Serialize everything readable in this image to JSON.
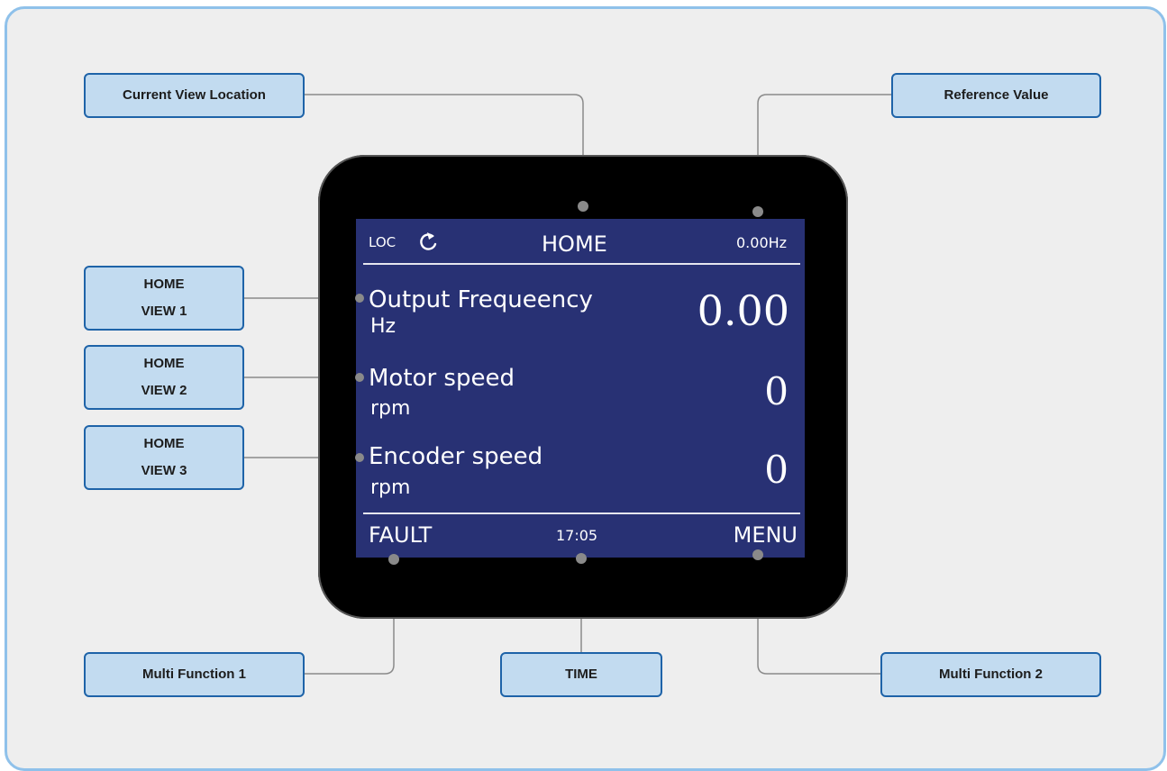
{
  "colors": {
    "frame_border": "#8fc1ea",
    "frame_fill": "#eeeeee",
    "screen_bg": "#283174",
    "callout_fill": "#c2dbf0",
    "callout_border": "#1e63a8",
    "leader_line": "#8a8a8a",
    "device_bezel": "#000000"
  },
  "screen": {
    "status_bar": {
      "mode": "LOC",
      "mode_icon": "rotate-clockwise-icon",
      "title": "HOME",
      "reference_value": "0.00Hz"
    },
    "rows": [
      {
        "label": "Output Frequeency",
        "unit": "Hz",
        "value": "0.00"
      },
      {
        "label": "Motor speed",
        "unit": "rpm",
        "value": "0"
      },
      {
        "label": "Encoder speed",
        "unit": "rpm",
        "value": "0"
      }
    ],
    "footer": {
      "left_function": "FAULT",
      "time": "17:05",
      "right_function": "MENU"
    }
  },
  "callouts": {
    "current_view_location": "Current View Location",
    "reference_value": "Reference Value",
    "home_view_1": {
      "line1": "HOME",
      "line2": "VIEW 1"
    },
    "home_view_2": {
      "line1": "HOME",
      "line2": "VIEW 2"
    },
    "home_view_3": {
      "line1": "HOME",
      "line2": "VIEW 3"
    },
    "multi_function_1": "Multi Function 1",
    "time": "TIME",
    "multi_function_2": "Multi Function 2"
  }
}
